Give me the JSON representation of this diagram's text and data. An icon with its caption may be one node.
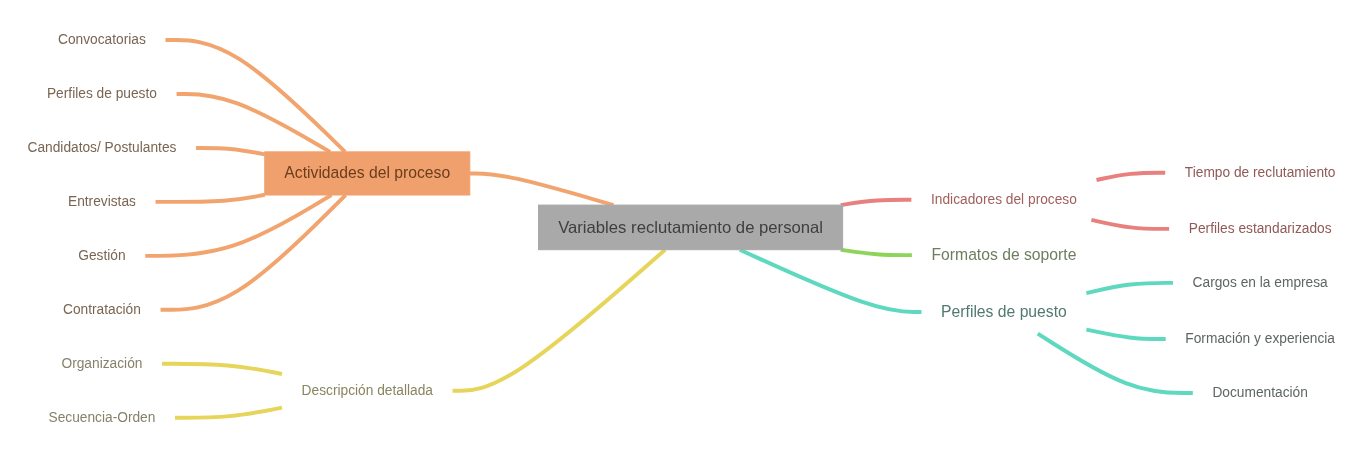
{
  "diagram": {
    "nodes": [
      {
        "text": [
          "Variables reclutamiento de personal"
        ]
      },
      {
        "text": [
          "Actividades del proceso"
        ]
      },
      {
        "text": [
          "Convocatorias"
        ]
      },
      {
        "text": [
          "Perfiles de puesto"
        ]
      },
      {
        "text": [
          "Candidatos/ Postulantes"
        ]
      },
      {
        "text": [
          "Entrevistas"
        ]
      },
      {
        "text": [
          "Gestión"
        ]
      },
      {
        "text": [
          "Contratación"
        ]
      },
      {
        "text": [
          "Indicadores del proceso"
        ]
      },
      {
        "text": [
          "Tiempo de reclutamiento"
        ]
      },
      {
        "text": [
          "Perfiles estandarizados"
        ]
      },
      {
        "text": [
          "Formatos de soporte"
        ]
      },
      {
        "text": [
          "Perfiles de puesto"
        ]
      },
      {
        "text": [
          "Cargos en la empresa"
        ]
      },
      {
        "text": [
          "Formación y experiencia"
        ]
      },
      {
        "text": [
          "Documentación"
        ]
      },
      {
        "text": [
          "Descripción detallada"
        ]
      },
      {
        "text": [
          "Organización"
        ]
      },
      {
        "text": [
          "Secuencia-Orden"
        ]
      }
    ],
    "edges": [
      {
        "from": 0,
        "to": 1,
        "arrow": "none"
      },
      {
        "from": 1,
        "to": 2,
        "arrow": "none"
      },
      {
        "from": 1,
        "to": 3,
        "arrow": "none"
      },
      {
        "from": 1,
        "to": 4,
        "arrow": "none"
      },
      {
        "from": 1,
        "to": 5,
        "arrow": "none"
      },
      {
        "from": 1,
        "to": 6,
        "arrow": "none"
      },
      {
        "from": 1,
        "to": 7,
        "arrow": "none"
      },
      {
        "from": 0,
        "to": 8,
        "arrow": "none",
        "color": "#e8807e"
      },
      {
        "from": 8,
        "to": 9,
        "arrow": "none",
        "color": "#e8807e"
      },
      {
        "from": 8,
        "to": 10,
        "arrow": "none",
        "color": "#e8807e"
      },
      {
        "from": 0,
        "to": 11,
        "arrow": "none",
        "color": "#8fd45a"
      },
      {
        "from": 0,
        "to": 12,
        "arrow": "none",
        "color": "#5fd8c0"
      },
      {
        "from": 12,
        "to": 13,
        "arrow": "none",
        "color": "#5fd8c0"
      },
      {
        "from": 12,
        "to": 14,
        "arrow": "none",
        "color": "#5fd8c0"
      },
      {
        "from": 12,
        "to": 15,
        "arrow": "none",
        "color": "#5fd8c0"
      },
      {
        "from": 0,
        "to": 16,
        "arrow": "none",
        "color": "#e6d55a"
      },
      {
        "from": 16,
        "to": 17,
        "arrow": "none",
        "color": "#e6d55a"
      },
      {
        "from": 16,
        "to": 18,
        "arrow": "none",
        "color": "#e6d55a"
      }
    ]
  }
}
